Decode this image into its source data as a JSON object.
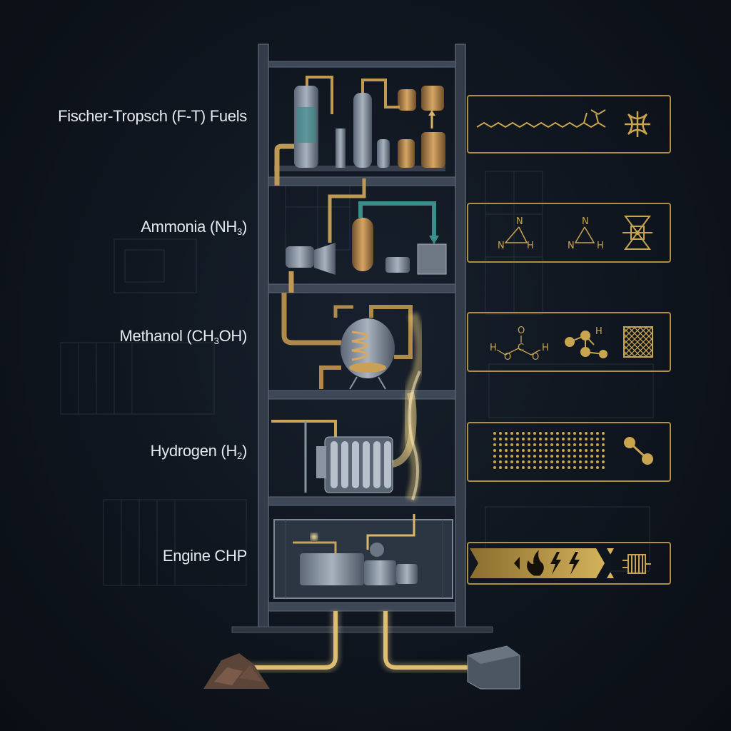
{
  "tiers": [
    {
      "id": "ft",
      "name": "Fischer-Tropsch (F-T) Fuels",
      "formula": ""
    },
    {
      "id": "ammonia",
      "name": "Ammonia (NH",
      "formula_sub": "3",
      "formula_tail": ")"
    },
    {
      "id": "methanol",
      "name": "Methanol (CH",
      "formula_sub": "3",
      "formula_tail": "OH)"
    },
    {
      "id": "hydrogen",
      "name": "Hydrogen (H",
      "formula_sub": "2",
      "formula_tail": ")"
    },
    {
      "id": "chp",
      "name": "Engine CHP",
      "formula_sub": "",
      "formula_tail": ""
    }
  ],
  "molecule_text": {
    "n": "N",
    "h": "H",
    "o": "O",
    "c": "C"
  },
  "colors": {
    "gold": "#c9a550",
    "copper": "#b98a4a",
    "teal": "#3a8f8a",
    "frame": "#3a4352",
    "panel_border": "#b08f45"
  },
  "icons": [
    "zigzag-chain-icon",
    "catalyst-icon",
    "ammonia-molecule-icon",
    "reactor-icon",
    "methanol-molecule-icon",
    "mesh-icon",
    "dot-grid-icon",
    "h2-molecule-icon",
    "flame-icon",
    "lightning-icon",
    "heat-exchanger-icon"
  ]
}
